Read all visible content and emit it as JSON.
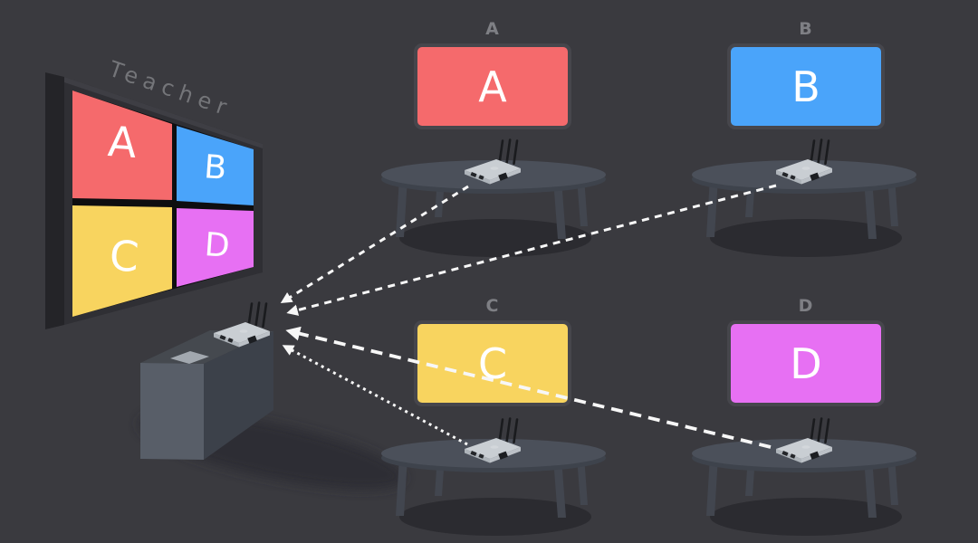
{
  "theme": {
    "bg": "#3a3a3f",
    "red": "#f56a6c",
    "blue": "#4aa4fa",
    "yellow": "#f8d45f",
    "magenta": "#e770f3",
    "white": "#ffffff",
    "label": "#7e7f84",
    "line": "#f7f7f7",
    "monitorFrame": "#46464c",
    "screenFrame": "#2f2f34",
    "screenSide": "#242428",
    "bezel": "#0e0e10",
    "tableTop": "#4b505a",
    "tableRim": "#3e434c",
    "tableLeg": "#42464f",
    "shadow": "#2b2b30",
    "podiumFront": "#585e68",
    "podiumSide": "#3c414a",
    "podiumTop": "#45494f",
    "paper": "#a2a8af",
    "deviceBody": "#c9ced3",
    "antenna": "#1a1b1e"
  },
  "teacher": {
    "label": "Teacher",
    "quadrants": [
      {
        "letter": "A",
        "color": "red"
      },
      {
        "letter": "B",
        "color": "blue"
      },
      {
        "letter": "C",
        "color": "yellow"
      },
      {
        "letter": "D",
        "color": "magenta"
      }
    ]
  },
  "groups": [
    {
      "id": "A",
      "label": "A",
      "screen_letter": "A",
      "color": "red"
    },
    {
      "id": "B",
      "label": "B",
      "screen_letter": "B",
      "color": "blue"
    },
    {
      "id": "C",
      "label": "C",
      "screen_letter": "C",
      "color": "yellow"
    },
    {
      "id": "D",
      "label": "D",
      "screen_letter": "D",
      "color": "magenta"
    }
  ],
  "connections": [
    {
      "from": "group-a-device",
      "to": "teacher-device",
      "line_style": "dashed"
    },
    {
      "from": "group-b-device",
      "to": "teacher-device",
      "line_style": "dashed"
    },
    {
      "from": "group-d-device",
      "to": "teacher-device",
      "line_style": "long-dashed"
    },
    {
      "from": "group-c-device",
      "to": "teacher-device",
      "line_style": "dotted"
    }
  ]
}
